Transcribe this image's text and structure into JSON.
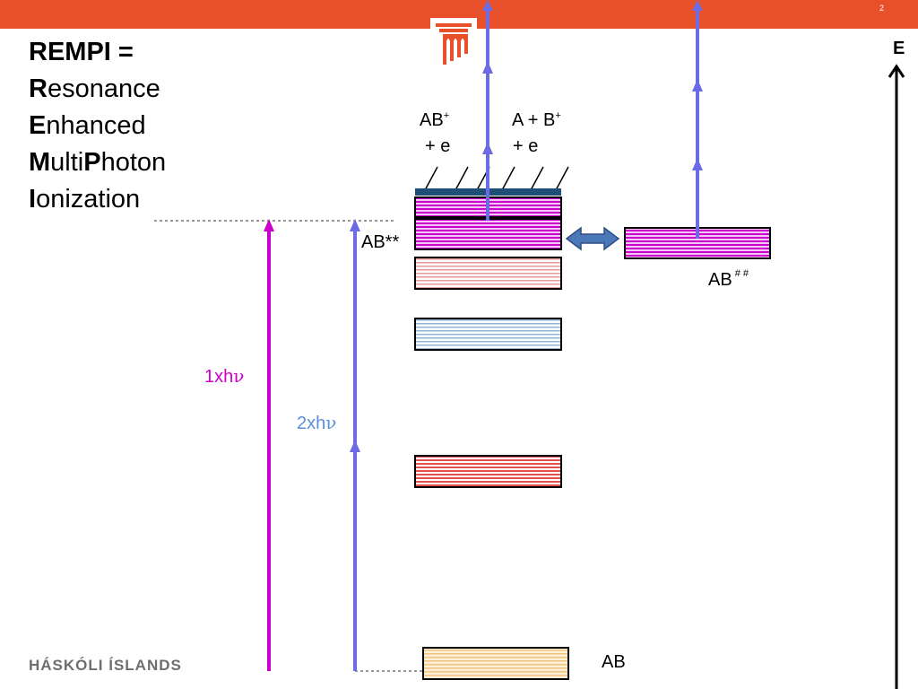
{
  "slide": {
    "number": "2",
    "title": {
      "line1": "REMPI =",
      "line2": {
        "initial": "R",
        "rest": "esonance"
      },
      "line3": {
        "initial": "E",
        "rest": "nhanced"
      },
      "line4": {
        "initial1": "M",
        "rest1": "ulti",
        "initial2": "P",
        "rest2": "hoton"
      },
      "line5": {
        "initial": "I",
        "rest": "onization"
      }
    },
    "university": "HÁSKÓLI ÍSLANDS"
  },
  "colors": {
    "brand": "#e8502a",
    "one_photon_arrow": "#cc00cc",
    "two_photon_arrow": "#6b6be6",
    "double_arrow": "#4a78b8",
    "ionization_edge": "#1f4e79",
    "level_magenta": "#cc00cc",
    "level_pink": "#e89a9a",
    "level_blue": "#8fb3d9",
    "level_red": "#e05050",
    "level_ground": "#f2c27a"
  },
  "diagram": {
    "energy_axis_label": "E",
    "ion_label_1": {
      "main": "AB",
      "sup": "+",
      "line2": "+ e"
    },
    "ion_label_2": {
      "main": "A + B",
      "sup": "+",
      "line2": "+ e"
    },
    "resonant_state_label": "AB**",
    "coupled_state_label": {
      "main": "AB",
      "sup": "# #"
    },
    "ground_state_label": "AB",
    "one_photon_label": {
      "main": "1xh",
      "nu": "ν"
    },
    "two_photon_label": {
      "main": "2xh",
      "nu": "ν"
    }
  }
}
